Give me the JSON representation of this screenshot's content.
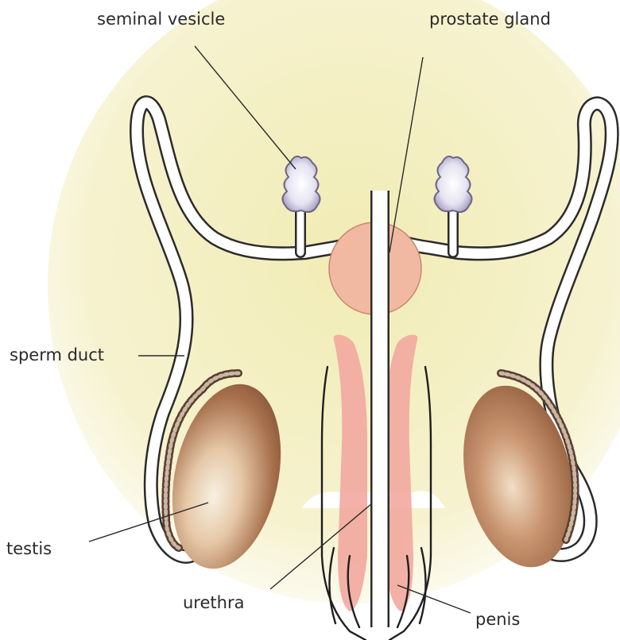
{
  "labels": {
    "seminal_vesicle": "seminal vesicle",
    "prostate_gland": "prostate gland",
    "sperm_duct": "sperm duct",
    "testis": "testis",
    "urethra": "urethra",
    "penis": "penis"
  },
  "colors": {
    "background_glow": "#f3efbe",
    "duct_outline": "#2b2b2b",
    "duct_fill": "#ffffff",
    "prostate": "#f2b9a2",
    "erectile_tissue": "#f2a9a0",
    "testis_dark": "#8a5a3c",
    "testis_light": "#f4eedc",
    "vesicle": "#d9d5e8",
    "epididymis": "#6a4a3a"
  }
}
